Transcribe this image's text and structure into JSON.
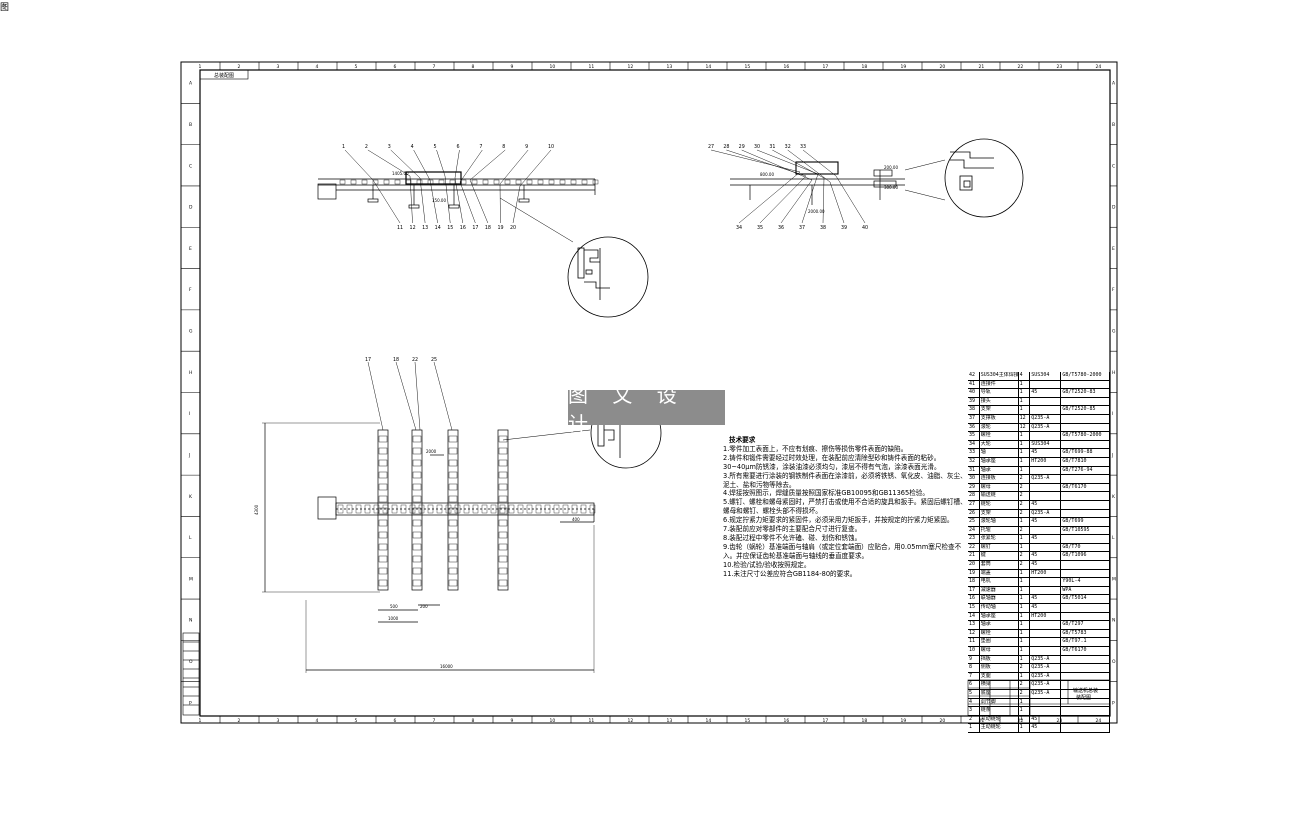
{
  "corner_mark": "图",
  "watermark": "图 文 设 计",
  "title_block": {
    "tag": "总装配图"
  },
  "notes": {
    "title": "技术要求",
    "items": [
      "1.零件加工表面上，不应有划痕、擦伤等损伤零件表面的缺陷。",
      "2.铸件和锻件需要经过时效处理，在装配前应清除型砂和铸件表面的粘砂。",
      "30~40μm防锈漆，涂装油漆必须均匀，漆层不得有气泡，涂漆表面光滑。",
      "3.所有需要进行涂装的钢铁制件表面在涂漆前，必须将铁锈、氧化皮、油脂、灰尘、泥土、盐和污物等除去。",
      "4.焊接按照图示，焊缝质量按照国家标准GB10095和GB11365检验。",
      "5.螺钉、螺栓和螺母紧固时，严禁打击或使用不合适的旋具和扳手。紧固后螺钉槽、螺母和螺钉、螺栓头部不得损坏。",
      "6.规定拧紧力矩要求的紧固件，必须采用力矩扳手，并按规定的拧紧力矩紧固。",
      "7.装配前应对零部件的主要配合尺寸进行复查。",
      "8.装配过程中零件不允许磕、碰、划伤和锈蚀。",
      "9.齿轮（蜗轮）基准端面与轴肩（或定位套端面）应贴合，用0.05mm塞尺检查不入。并应保证齿轮基准端面与轴线的垂直度要求。",
      "10.检验/试验/验收按照规定。",
      "11.未注尺寸公差应符合GB1184-80的要求。"
    ]
  },
  "top_left_labels": [
    "1",
    "2",
    "3",
    "4",
    "5",
    "6",
    "7",
    "8",
    "9",
    "10",
    "11",
    "12",
    "13",
    "14",
    "15",
    "16",
    "17",
    "18",
    "19",
    "20"
  ],
  "top_right_labels": [
    "27",
    "28",
    "29",
    "30",
    "31",
    "32",
    "33",
    "34",
    "35",
    "36",
    "37",
    "38",
    "39",
    "40"
  ],
  "plan_labels": [
    "17",
    "18",
    "22",
    "25"
  ],
  "border_numbers": [
    "1",
    "2",
    "3",
    "4",
    "5",
    "6",
    "7",
    "8",
    "9",
    "10",
    "11",
    "12",
    "13",
    "14",
    "15",
    "16",
    "17",
    "18",
    "19",
    "20",
    "21",
    "22",
    "23",
    "24"
  ],
  "border_letters": [
    "A",
    "B",
    "C",
    "D",
    "E",
    "F",
    "G",
    "H",
    "I",
    "J",
    "K",
    "L",
    "M",
    "N",
    "O",
    "P"
  ],
  "dims": {
    "overall_length": "16000",
    "overall_height": "4300",
    "pitch_a": "1000",
    "pitch_b": "500",
    "pitch_c": "2000",
    "side_a": "400",
    "side_b": "200"
  },
  "bom": [
    [
      "42",
      "SUS304主体焊接件",
      "4",
      "SUS304",
      "GB/T5780-2000"
    ],
    [
      "41",
      "连接件",
      "1",
      "",
      ""
    ],
    [
      "40",
      "导轨",
      "1",
      "45",
      "GB/T2520-83"
    ],
    [
      "39",
      "接头",
      "1",
      "",
      ""
    ],
    [
      "38",
      "支架",
      "1",
      "",
      "GB/T2520-85"
    ],
    [
      "37",
      "支撑板",
      "12",
      "Q235-A",
      ""
    ],
    [
      "36",
      "滚轮",
      "12",
      "Q235-A",
      ""
    ],
    [
      "35",
      "螺栓",
      "1",
      "",
      "GB/T5780-2000"
    ],
    [
      "34",
      "大轮",
      "1",
      "SUS304",
      ""
    ],
    [
      "33",
      "轴",
      "1",
      "45",
      "GB/T699-88"
    ],
    [
      "32",
      "轴承座",
      "1",
      "HT200",
      "GB/T7810"
    ],
    [
      "31",
      "轴承",
      "1",
      "",
      "GB/T276-94"
    ],
    [
      "30",
      "连接板",
      "2",
      "Q235-A",
      ""
    ],
    [
      "29",
      "螺母",
      "2",
      "",
      "GB/T6170"
    ],
    [
      "28",
      "输送链",
      "2",
      "",
      ""
    ],
    [
      "27",
      "链轮",
      "2",
      "45",
      ""
    ],
    [
      "26",
      "支架",
      "2",
      "Q235-A",
      ""
    ],
    [
      "25",
      "滚轮轴",
      "1",
      "45",
      "GB/T699"
    ],
    [
      "24",
      "托辊",
      "2",
      "",
      "GB/T10595"
    ],
    [
      "23",
      "张紧轮",
      "1",
      "45",
      ""
    ],
    [
      "22",
      "螺钉",
      "1",
      "",
      "GB/T70"
    ],
    [
      "21",
      "键",
      "2",
      "45",
      "GB/T1096"
    ],
    [
      "20",
      "套筒",
      "2",
      "45",
      ""
    ],
    [
      "19",
      "端盖",
      "1",
      "HT200",
      ""
    ],
    [
      "18",
      "电机",
      "1",
      "",
      "Y90L-4"
    ],
    [
      "17",
      "减速器",
      "1",
      "",
      "WPA"
    ],
    [
      "16",
      "联轴器",
      "1",
      "45",
      "GB/T5014"
    ],
    [
      "15",
      "传动轴",
      "1",
      "45",
      ""
    ],
    [
      "14",
      "轴承座",
      "1",
      "HT200",
      ""
    ],
    [
      "13",
      "轴承",
      "1",
      "",
      "GB/T297"
    ],
    [
      "12",
      "螺栓",
      "1",
      "",
      "GB/T5783"
    ],
    [
      "11",
      "垫圈",
      "1",
      "",
      "GB/T97.1"
    ],
    [
      "10",
      "螺母",
      "1",
      "",
      "GB/T6170"
    ],
    [
      "9",
      "挡板",
      "1",
      "Q235-A",
      ""
    ],
    [
      "8",
      "侧板",
      "2",
      "Q235-A",
      ""
    ],
    [
      "7",
      "支腿",
      "1",
      "Q235-A",
      ""
    ],
    [
      "6",
      "横梁",
      "2",
      "Q235-A",
      ""
    ],
    [
      "5",
      "底座",
      "2",
      "Q235-A",
      ""
    ],
    [
      "4",
      "调节脚",
      "1",
      "",
      ""
    ],
    [
      "3",
      "链条",
      "1",
      "",
      ""
    ],
    [
      "2",
      "从动链轮",
      "1",
      "45",
      ""
    ],
    [
      "1",
      "主动链轮",
      "1",
      "45",
      ""
    ]
  ],
  "title_block_text": {
    "main": "输送机总装",
    "sub": "装配图"
  }
}
